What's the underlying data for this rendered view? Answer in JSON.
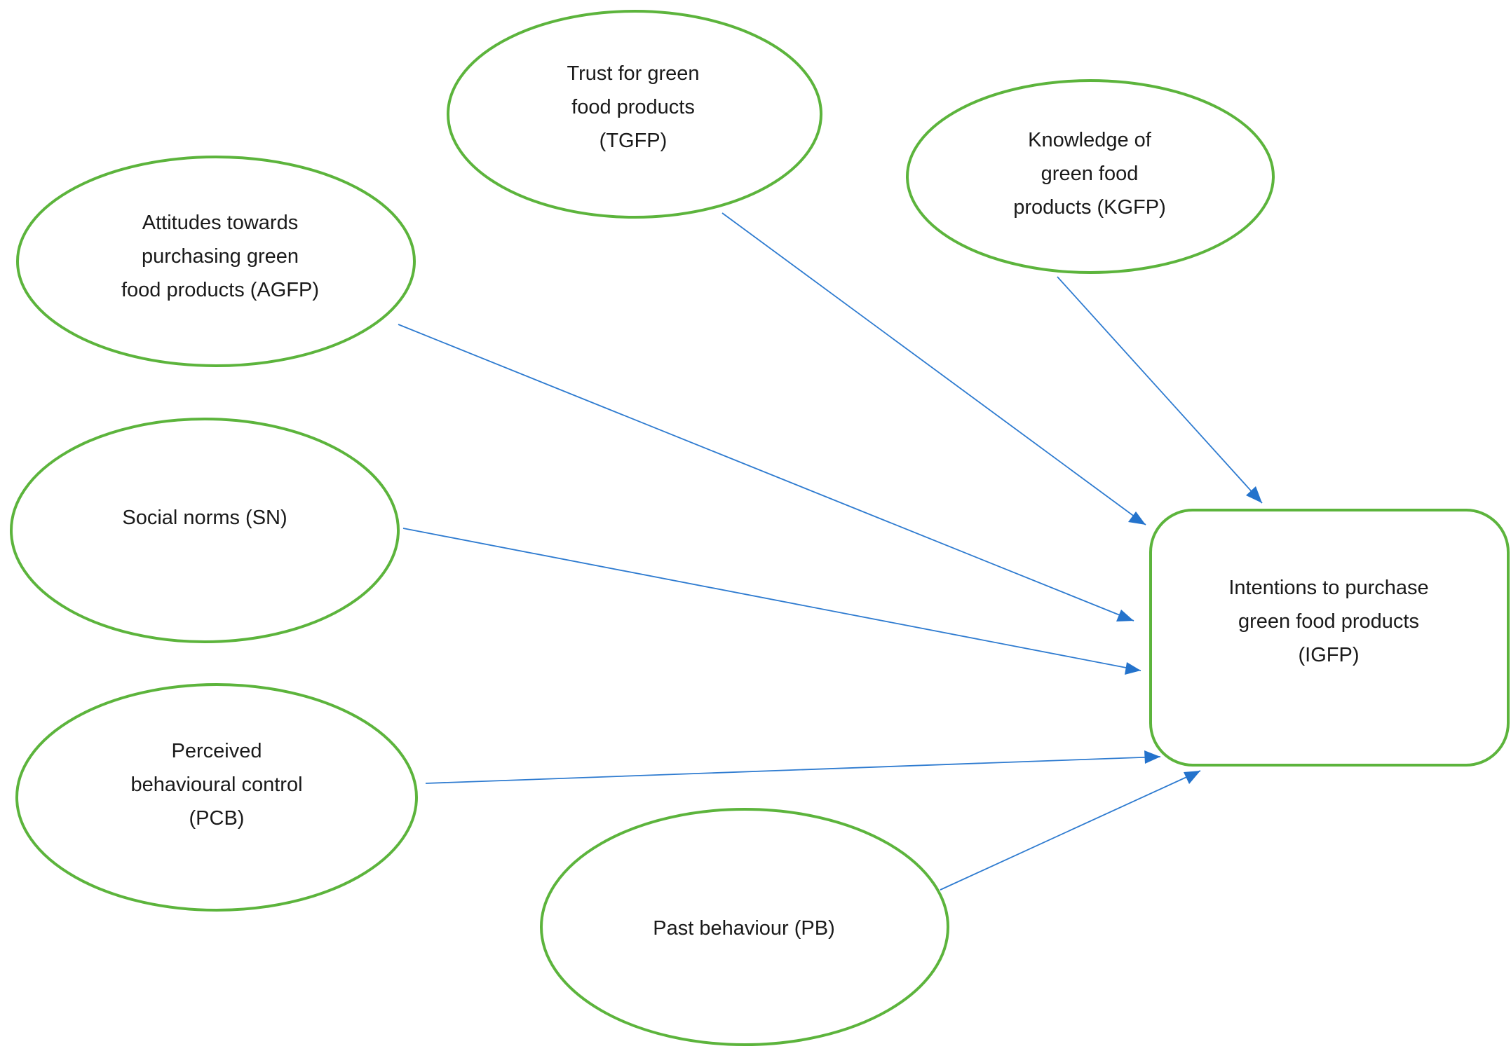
{
  "nodes": {
    "tgfp": {
      "lines": [
        "Trust for green",
        "food products",
        "(TGFP)"
      ]
    },
    "kgfp": {
      "lines": [
        "Knowledge of",
        "green food",
        "products (KGFP)"
      ]
    },
    "agfp": {
      "lines": [
        "Attitudes towards",
        "purchasing green",
        "food products (AGFP)"
      ]
    },
    "sn": {
      "lines": [
        "Social norms (SN)"
      ]
    },
    "pcb": {
      "lines": [
        "Perceived",
        "behavioural control",
        "(PCB)"
      ]
    },
    "pb": {
      "lines": [
        "Past behaviour (PB)"
      ]
    },
    "igfp": {
      "lines": [
        "Intentions to purchase",
        "green food products",
        "(IGFP)"
      ]
    }
  },
  "edges": [
    {
      "from": "tgfp",
      "to": "igfp"
    },
    {
      "from": "kgfp",
      "to": "igfp"
    },
    {
      "from": "agfp",
      "to": "igfp"
    },
    {
      "from": "sn",
      "to": "igfp"
    },
    {
      "from": "pcb",
      "to": "igfp"
    },
    {
      "from": "pb",
      "to": "igfp"
    }
  ],
  "colors": {
    "node_stroke": "#5cb43c",
    "edge": "#2e7bd0",
    "arrowhead": "#2473cc",
    "text": "#1a1a1a"
  }
}
